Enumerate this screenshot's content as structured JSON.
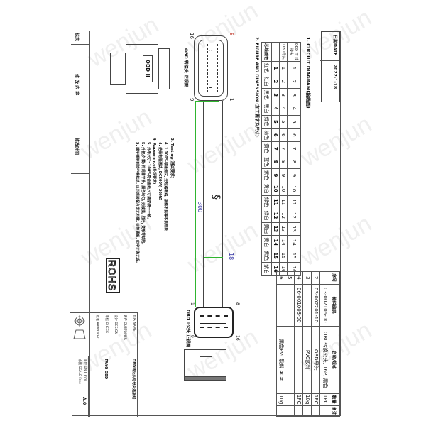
{
  "header": {
    "date_label": "日期DATE",
    "date_value": "2022-1-18",
    "section1": "1. CIRCUIT DIAGRAM(接线图)",
    "section2": "2. FIGURE AND DIMENSION (加工要求及尺寸)"
  },
  "pin_table": {
    "row_labels": [
      "OBD 下 转接头",
      "OBD母头",
      "芯线颜色"
    ],
    "obd_adapter": [
      "1",
      "2",
      "3",
      "4",
      "5",
      "6",
      "7",
      "8",
      "9",
      "10",
      "11",
      "12",
      "13",
      "14",
      "15",
      "16"
    ],
    "obd_female": [
      "1",
      "2",
      "3",
      "4",
      "5",
      "6",
      "7",
      "8",
      "9",
      "10",
      "11",
      "12",
      "13",
      "14",
      "15",
      "16"
    ],
    "wire_colors": [
      "红色",
      "红白",
      "黑色",
      "黑白",
      "绿色",
      "棕色",
      "黄色",
      "蓝色",
      "紫色",
      "黄白",
      "绿色",
      "绿白",
      "黄白",
      "黄白",
      "紫色",
      "紫白"
    ]
  },
  "drawing": {
    "top_connector_label": "OBD 转接头 正视图",
    "top_connector_text": "OBD II",
    "bottom_connector_label": "OBD II公头 正视图",
    "pin_labels_top": {
      "p16": "16",
      "p8": "8",
      "p9": "9",
      "p1": "1"
    },
    "pin_labels_bottom": {
      "p8": "8",
      "p16": "16",
      "p1": "1",
      "p9": "9"
    },
    "dim_length": "300",
    "dim_diameter": "18",
    "left_connector_label": "OBD母头"
  },
  "notes": {
    "title": "3. Testing(测试要求)",
    "items": [
      "4. 1 100%导通测试, 无短路断路, 接触不良等不良现象",
      "4. 绝缘电阻测试, DC500V, 20MΩ",
      "4. Appearance(外观要求)",
      "5. 外形尺寸: 100%符合图纸尺寸要求统一一致。",
      "5. 外被/外模: 外观需平滑, 颜色均匀, 无破损, 脏污, 变形等缺陷。",
      "5. 端子插接到位不得松动, 以外观装配合理无外露, 标签清晰, 印字正确无误。"
    ]
  },
  "rohs": "ROHS",
  "revision": {
    "mark_label": "标志",
    "content_label": "修 改 内 容",
    "time_label": "修改时间"
  },
  "bom": {
    "headers": [
      "序号",
      "物料编码",
      "名称/规格",
      "数量",
      "备注"
    ],
    "rows": [
      {
        "no": "1",
        "code": "03-002106-00",
        "name": "OBD转换公头, 16P, 黑色",
        "qty": "1PC",
        "remark": ""
      },
      {
        "no": "2",
        "code": "03-002201-10",
        "name": "OBD母头",
        "qty": "1PC",
        "remark": ""
      },
      {
        "no": "3",
        "code": "",
        "name": "PVC胶料",
        "qty": "10g",
        "remark": ""
      },
      {
        "no": "4",
        "code": "06-001003-00",
        "name": "",
        "qty": "1PC",
        "remark": ""
      },
      {
        "no": "5",
        "code": "",
        "name": "",
        "qty": "",
        "remark": ""
      },
      {
        "no": "6",
        "code": "",
        "name": "黑色PVC胶料 40#",
        "qty": "10g",
        "remark": ""
      }
    ]
  },
  "title_block": {
    "part_name": "OBD转公头与母头连接线",
    "customer": "TANG OBD",
    "labels": [
      "品名 NAME",
      "客户 CUSTOMER",
      "设计 DESIGN",
      "审核 CHECK",
      "批准 APPROVED"
    ],
    "unit_label": "单位 UNIT mm",
    "scale_label": "比例 SCALE Free",
    "version_label": "版本 VER",
    "version_value": "A.0",
    "unit_value": "mm",
    "scale_value": "Free"
  },
  "watermark": "wenjun"
}
